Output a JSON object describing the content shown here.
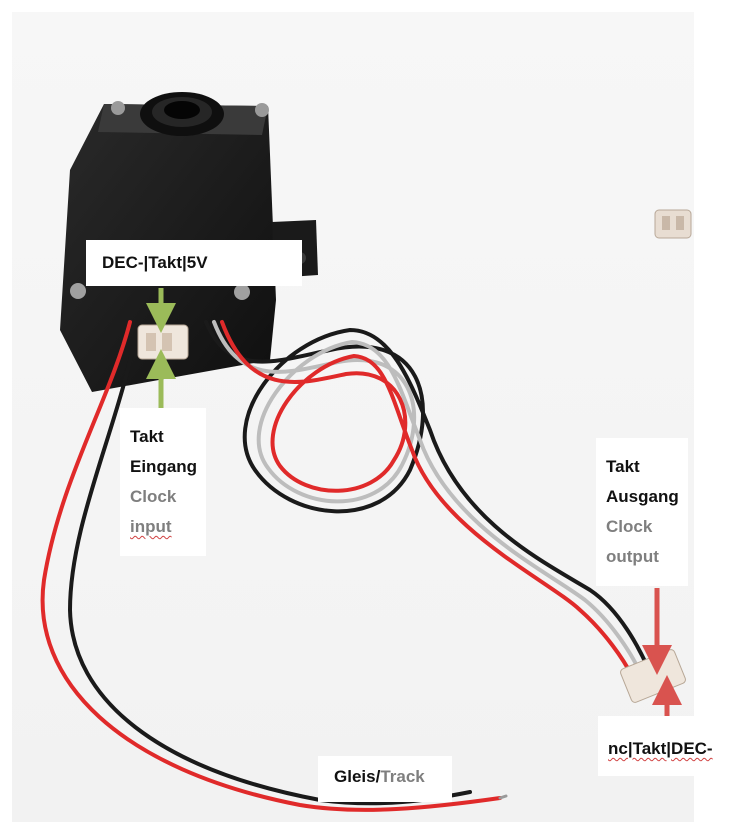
{
  "labels": {
    "connector_top": "DEC-|Takt|5V",
    "clock_input": {
      "line1": "Takt",
      "line2": "Eingang",
      "line3": "Clock",
      "line4": "input"
    },
    "clock_output": {
      "line1": "Takt",
      "line2": "Ausgang",
      "line3": "Clock",
      "line4": "output"
    },
    "connector_bottom": "nc|Takt|DEC-",
    "track": {
      "part1": "Gleis/",
      "part2": "Track"
    }
  },
  "colors": {
    "green_arrow": "#9bbb59",
    "red_arrow": "#d9534f",
    "gray_text": "#7f7f7f",
    "wire_red": "#e02a2a",
    "wire_black": "#1a1a1a",
    "wire_gray": "#bdbdbd",
    "housing": "#1e1e1e"
  }
}
